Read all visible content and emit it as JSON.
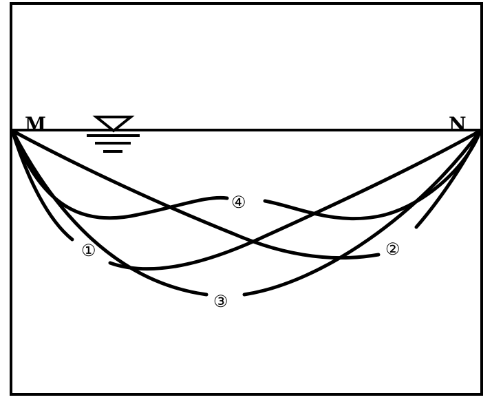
{
  "points": {
    "left": "M",
    "right": "N"
  },
  "curves": [
    {
      "id": "1",
      "label": "①"
    },
    {
      "id": "2",
      "label": "②"
    },
    {
      "id": "3",
      "label": "③"
    },
    {
      "id": "4",
      "label": "④"
    }
  ],
  "water_symbol": "water-level-icon"
}
